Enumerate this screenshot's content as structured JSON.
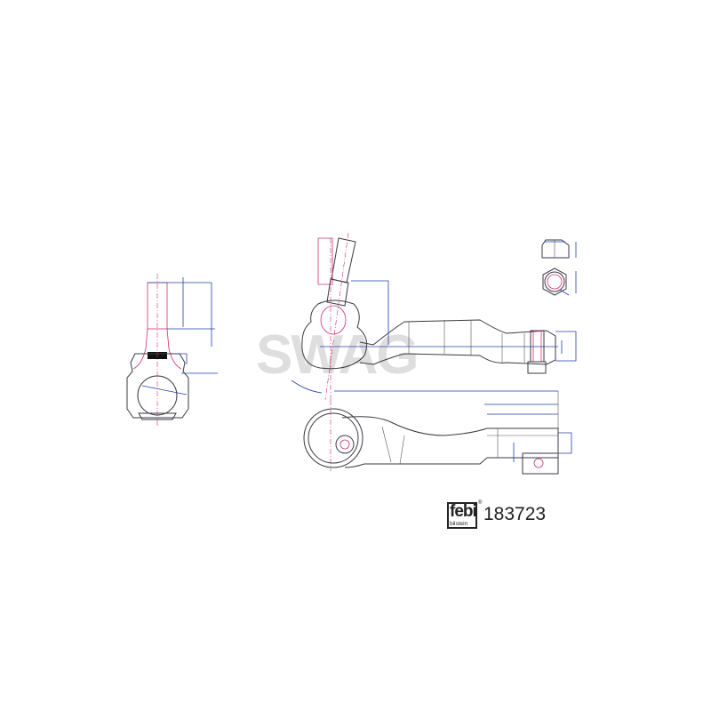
{
  "watermark": "SWAG",
  "logo": {
    "brand": "febi",
    "sub": "bilstein",
    "registered": "®"
  },
  "part_number": "183723",
  "colors": {
    "outline": "#3a3a44",
    "dimension": "#2440b0",
    "centerline": "#d0306a",
    "watermark": "#d4d4d4"
  }
}
